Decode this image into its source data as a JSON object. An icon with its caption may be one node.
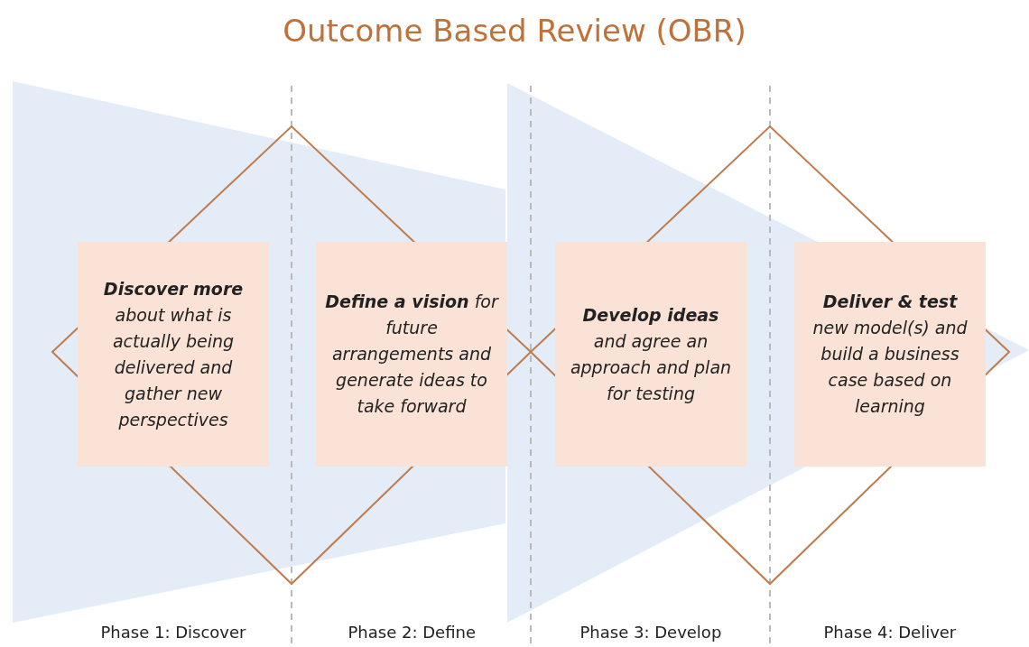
{
  "diagram": {
    "title": "Outcome Based Review (OBR)",
    "nodes": [
      {
        "text": [
          "**Discover more** about what is actually being delivered and gather new perspectives"
        ]
      },
      {
        "text": [
          "**Define a vision** for future arrangements and generate ideas to take forward"
        ]
      },
      {
        "text": [
          "**Develop ideas** and agree an approach and plan for testing"
        ]
      },
      {
        "text": [
          "**Deliver & test** new model(s) and build a business case based on learning"
        ]
      }
    ],
    "edges": [],
    "labels": [
      "Phase 1: Discover",
      "Phase 2: Define",
      "Phase 3: Develop",
      "Phase 4: Deliver"
    ]
  }
}
